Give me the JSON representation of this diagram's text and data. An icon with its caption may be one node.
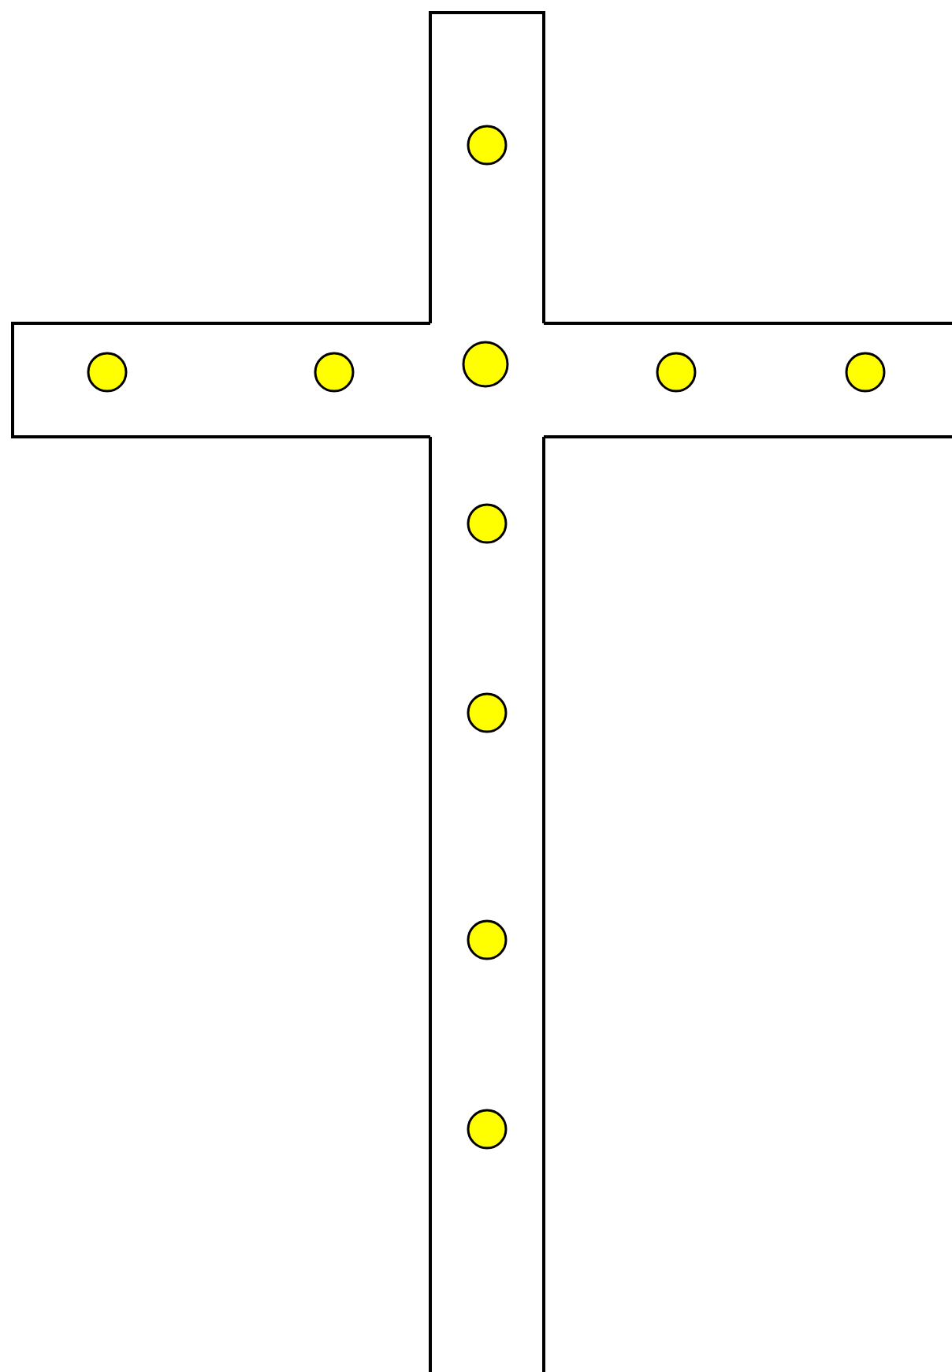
{
  "diagram": {
    "nodes": [
      {
        "text": [],
        "shape": "bar"
      },
      {
        "text": [],
        "shape": "bar"
      },
      {
        "text": [],
        "shape": "circle",
        "in": 0
      },
      {
        "text": [],
        "shape": "circle",
        "in": 1
      },
      {
        "text": [],
        "shape": "circle",
        "in": 1
      },
      {
        "text": [],
        "shape": "circle"
      },
      {
        "text": [],
        "shape": "circle",
        "in": 1
      },
      {
        "text": [],
        "shape": "circle",
        "in": 1
      },
      {
        "text": [],
        "shape": "circle",
        "in": 0
      },
      {
        "text": [],
        "shape": "circle",
        "in": 0
      },
      {
        "text": [],
        "shape": "circle",
        "in": 0
      },
      {
        "text": [],
        "shape": "circle",
        "in": 0
      }
    ]
  }
}
